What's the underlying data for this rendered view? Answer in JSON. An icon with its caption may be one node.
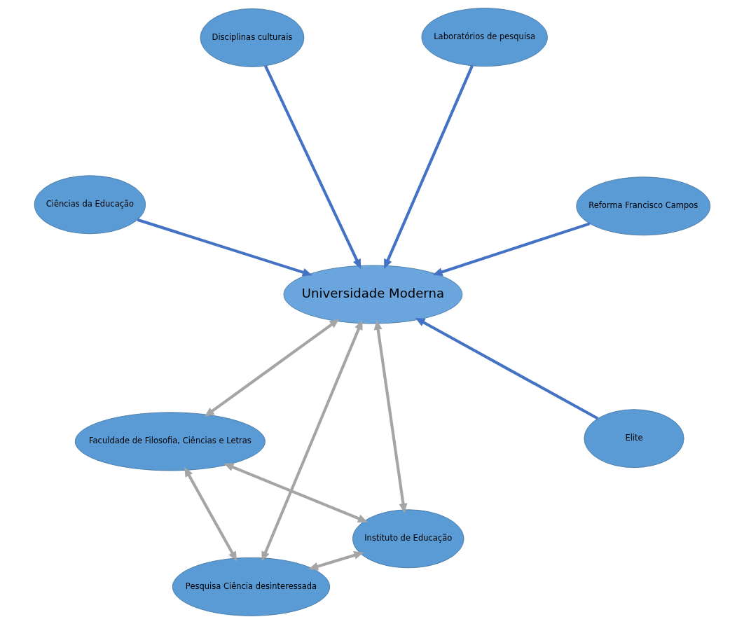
{
  "diagram": {
    "nodes": [
      {
        "text": [
          "Faculdade de Filosofia, Ciências e Letras"
        ]
      },
      {
        "text": [
          "Instituto de Educação"
        ]
      },
      {
        "text": [
          "Pesquisa Ciência desinteressada"
        ]
      },
      {
        "text": [
          "Universidade Moderna"
        ]
      },
      {
        "text": [
          "Laboratórios de pesquisa"
        ]
      },
      {
        "text": [
          "Disciplinas culturais"
        ]
      },
      {
        "text": [
          "Ciências da Educação"
        ]
      },
      {
        "text": [
          "Reforma Francisco Campos"
        ]
      },
      {
        "text": [
          "Elite"
        ]
      }
    ],
    "edges": [
      {
        "from": 0,
        "to": 1,
        "arrow": "both",
        "color": "#a5a5a5"
      },
      {
        "from": 0,
        "to": 2,
        "arrow": "both",
        "color": "#a5a5a5"
      },
      {
        "from": 0,
        "to": 3,
        "arrow": "both",
        "color": "#a5a5a5"
      },
      {
        "from": 1,
        "to": 2,
        "arrow": "both",
        "color": "#a5a5a5"
      },
      {
        "from": 1,
        "to": 3,
        "arrow": "both",
        "color": "#a5a5a5"
      },
      {
        "from": 2,
        "to": 3,
        "arrow": "both",
        "color": "#a5a5a5"
      },
      {
        "from": 4,
        "to": 3,
        "arrow": "to",
        "color": "#4472c4"
      },
      {
        "from": 5,
        "to": 3,
        "arrow": "to",
        "color": "#4472c4"
      },
      {
        "from": 6,
        "to": 3,
        "arrow": "to",
        "color": "#4472c4"
      },
      {
        "from": 7,
        "to": 3,
        "arrow": "to",
        "color": "#4472c4"
      },
      {
        "from": 8,
        "to": 3,
        "arrow": "to",
        "color": "#4472c4"
      }
    ]
  }
}
